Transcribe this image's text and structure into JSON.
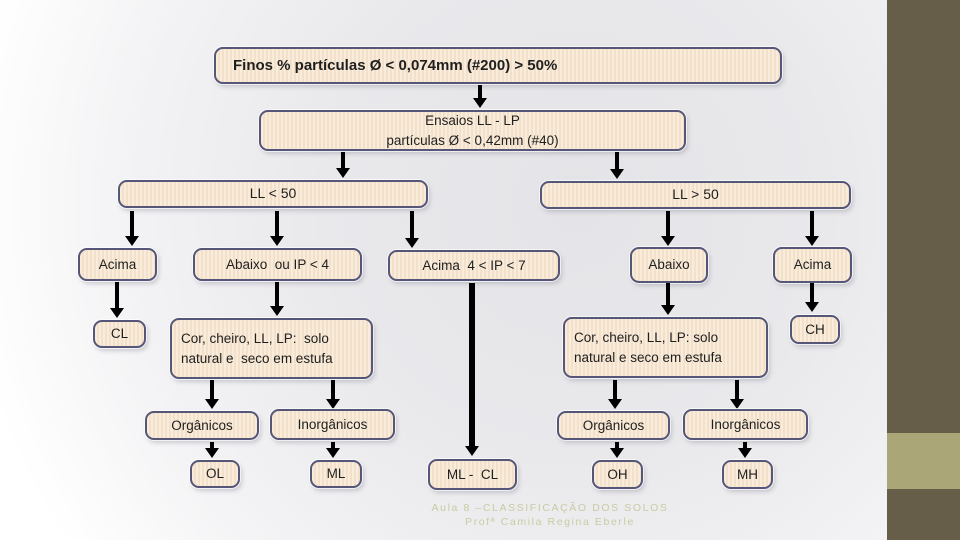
{
  "flowchart": {
    "nodes": {
      "finos": {
        "text": "Finos % partículas Ø < 0,074mm (#200) > 50%"
      },
      "ensaios": {
        "text": "Ensaios LL - LP\npartículas Ø < 0,42mm (#40)"
      },
      "ll_lt_50": {
        "text": "LL < 50"
      },
      "ll_gt_50": {
        "text": "LL > 50"
      },
      "acima_left": {
        "text": "Acima"
      },
      "abaixo_ip4": {
        "text": "Abaixo  ou IP < 4"
      },
      "acima_4ip7": {
        "text": "Acima  4 < IP < 7"
      },
      "abaixo_right": {
        "text": "Abaixo"
      },
      "acima_right": {
        "text": "Acima"
      },
      "cl": {
        "text": "CL"
      },
      "cor_left": {
        "text": "Cor, cheiro, LL, LP:  solo\nnatural e  seco em estufa"
      },
      "cor_right": {
        "text": "Cor, cheiro, LL, LP: solo\nnatural e seco em estufa"
      },
      "ch": {
        "text": "CH"
      },
      "organicos_left": {
        "text": "Orgânicos"
      },
      "inorganicos_left": {
        "text": "Inorgânicos"
      },
      "organicos_right": {
        "text": "Orgânicos"
      },
      "inorganicos_right": {
        "text": "Inorgânicos"
      },
      "ol": {
        "text": "OL"
      },
      "ml": {
        "text": "ML"
      },
      "ml_cl": {
        "text": "ML -  CL"
      },
      "oh": {
        "text": "OH"
      },
      "mh": {
        "text": "MH"
      }
    }
  },
  "footer": {
    "line1": "Aula 8  –CLASSIFICAÇÃO DOS SOLOS",
    "line2": "Profª  Camila Regina Eberle"
  },
  "colors": {
    "box_fill": "#f9ecda",
    "box_stripe": "#f2e0ca",
    "box_border": "#565678",
    "arrow": "#000000",
    "sidebar_dark": "#665e48",
    "sidebar_accent": "#aba678",
    "footer_text": "#c9cba3",
    "background": "#e8e8ec"
  }
}
